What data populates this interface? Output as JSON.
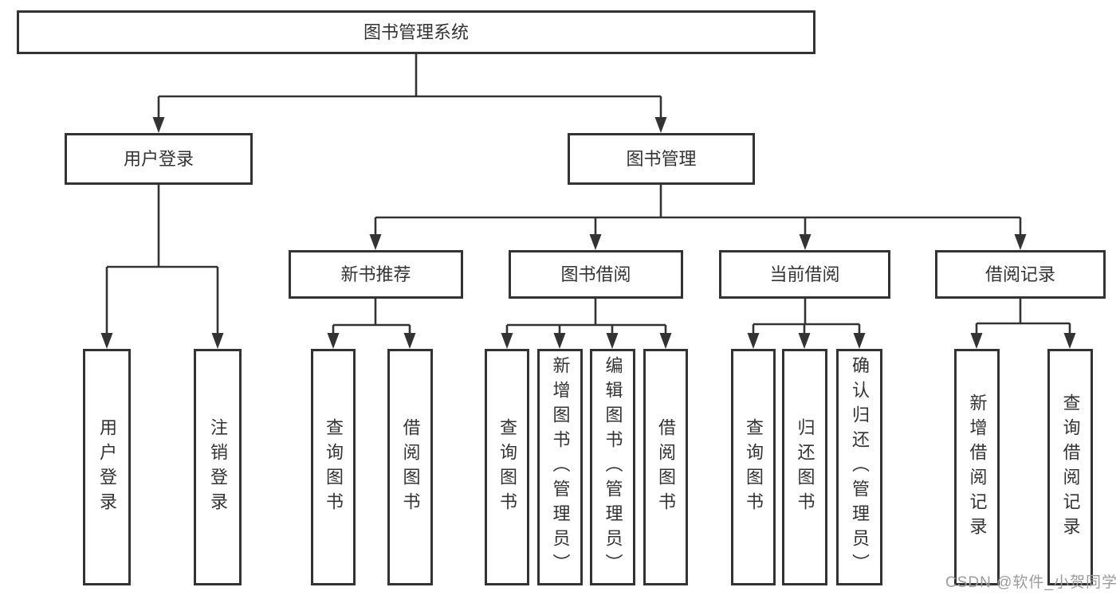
{
  "diagram": {
    "root": {
      "label": "图书管理系统",
      "children": [
        {
          "label": "用户登录",
          "children": [
            {
              "label": "用户登录"
            },
            {
              "label": "注销登录"
            }
          ]
        },
        {
          "label": "图书管理",
          "children": [
            {
              "label": "新书推荐",
              "children": [
                {
                  "label": "查询图书"
                },
                {
                  "label": "借阅图书"
                }
              ]
            },
            {
              "label": "图书借阅",
              "children": [
                {
                  "label": "查询图书"
                },
                {
                  "label": "新增图书（管理员）"
                },
                {
                  "label": "编辑图书（管理员）"
                },
                {
                  "label": "借阅图书"
                }
              ]
            },
            {
              "label": "当前借阅",
              "children": [
                {
                  "label": "查询图书"
                },
                {
                  "label": "归还图书"
                },
                {
                  "label": "确认归还（管理员）"
                }
              ]
            },
            {
              "label": "借阅记录",
              "children": [
                {
                  "label": "新增借阅记录"
                },
                {
                  "label": "查询借阅记录"
                }
              ]
            }
          ]
        }
      ]
    }
  },
  "watermark": {
    "text": "CSDN @软件_小贺同学"
  },
  "colors": {
    "line": "#333333",
    "box_border": "#333333",
    "text": "#333333",
    "watermark": "#9b9b9b",
    "background": "#ffffff"
  }
}
